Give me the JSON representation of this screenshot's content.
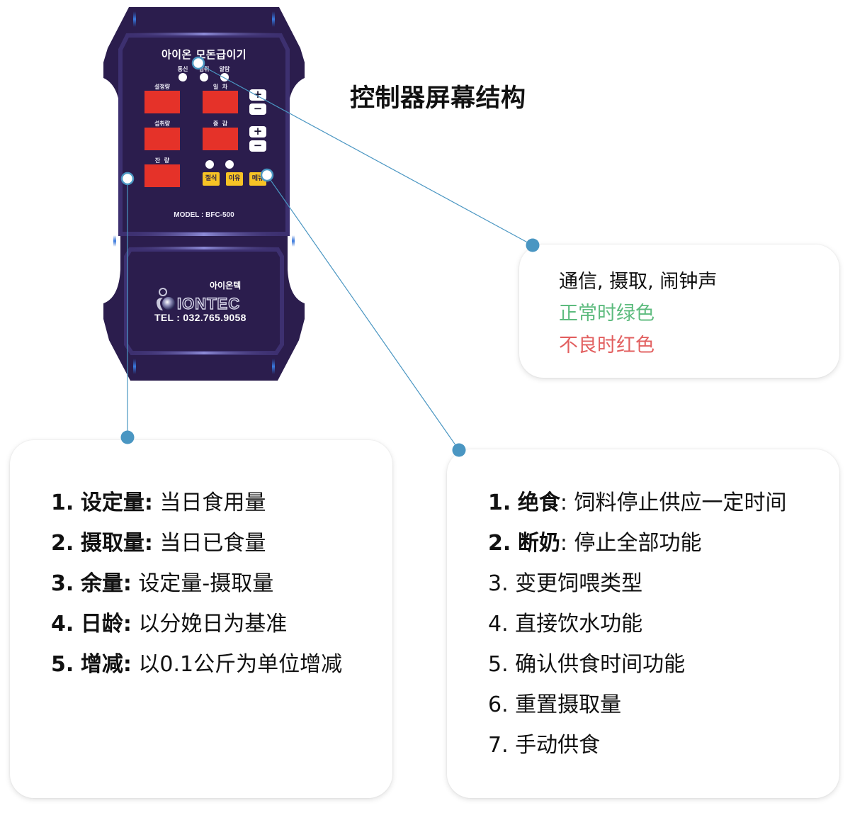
{
  "heading": "控制器屏幕结构",
  "device": {
    "title": "아이온 모돈급이기",
    "leds": [
      {
        "label": "통신"
      },
      {
        "label": "섭취"
      },
      {
        "label": "알람"
      }
    ],
    "displays": [
      {
        "label": "설정량"
      },
      {
        "label": "일  차"
      },
      {
        "label": "섭취량"
      },
      {
        "label": "증  감"
      },
      {
        "label": "잔  량"
      }
    ],
    "adjust_buttons": [
      {
        "plus": "+",
        "minus": "−"
      },
      {
        "plus": "+",
        "minus": "−"
      }
    ],
    "function_buttons": [
      {
        "label": "절식"
      },
      {
        "label": "이유"
      },
      {
        "label": "메뉴"
      }
    ],
    "model": "MODEL : BFC-500",
    "brand_korean": "아이온텍",
    "brand_logo": "IONTEC",
    "tel": "TEL : 032.765.9058",
    "colors": {
      "panel": "#2b1d4d",
      "display": "#e53229",
      "function_button": "#f7c325"
    }
  },
  "status_card": {
    "line1": "通信, 摄取, 闹钟声",
    "line2": "正常时绿色",
    "line3": "不良时红色",
    "colors": {
      "normal": "#5dbb7e",
      "fault": "#e25f5f"
    }
  },
  "display_card": {
    "items": [
      {
        "num": "1.",
        "term": "设定量:",
        "desc": " 当日食用量"
      },
      {
        "num": "2.",
        "term": "摄取量:",
        "desc": " 当日已食量"
      },
      {
        "num": "3.",
        "term": "余量:",
        "desc": " 设定量-摄取量"
      },
      {
        "num": "4.",
        "term": "日龄:",
        "desc": " 以分娩日为基准"
      },
      {
        "num": "5.",
        "term": "增减:",
        "desc": " 以0.1公斤为单位增减"
      }
    ]
  },
  "button_card": {
    "items": [
      {
        "num": "1.",
        "term": "绝食",
        "desc": ": 饲料停止供应一定时间"
      },
      {
        "num": "2.",
        "term": "断奶",
        "desc": ": 停止全部功能"
      },
      {
        "num": "3.",
        "term": "",
        "desc": " 变更饲喂类型"
      },
      {
        "num": "4.",
        "term": "",
        "desc": " 直接饮水功能"
      },
      {
        "num": "5.",
        "term": "",
        "desc": " 确认供食时间功能"
      },
      {
        "num": "6.",
        "term": "",
        "desc": " 重置摄取量"
      },
      {
        "num": "7.",
        "term": "",
        "desc": " 手动供食"
      }
    ]
  },
  "connector_color": "#4a96c2"
}
